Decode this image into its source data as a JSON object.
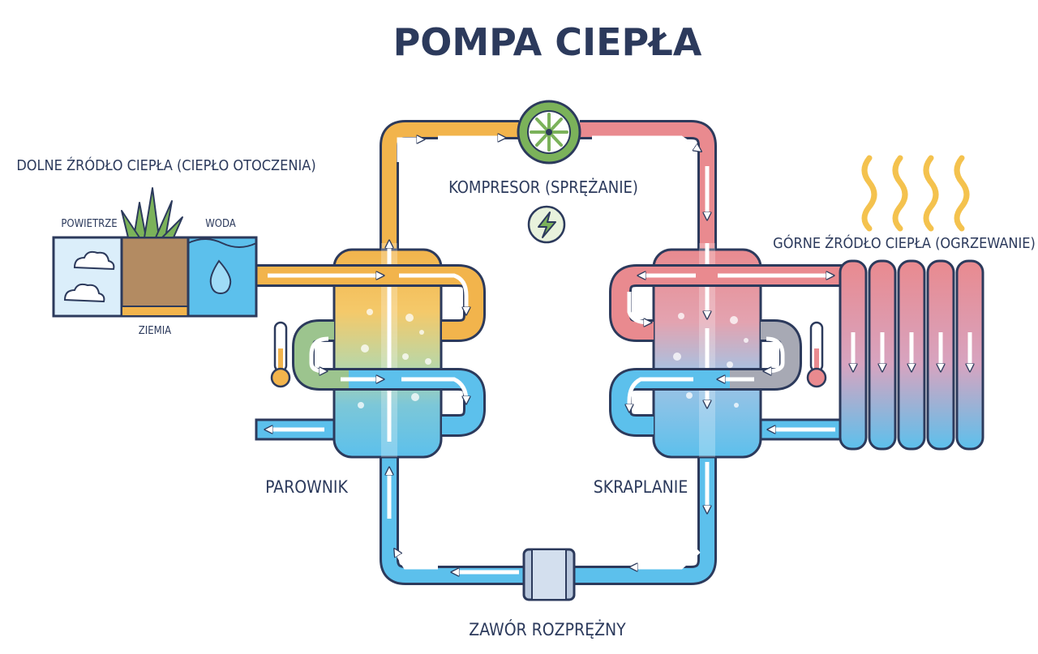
{
  "title": "POMPA CIEPŁA",
  "labels": {
    "lower_source": "DOLNE ŹRÓDŁO CIEPŁA (CIEPŁO OTOCZENIA)",
    "air": "POWIETRZE",
    "water": "WODA",
    "ground": "ZIEMIA",
    "compressor": "KOMPRESOR (SPRĘŻANIE)",
    "upper_source": "GÓRNE ŹRÓDŁO CIEPŁA (OGRZEWANIE)",
    "evaporator": "PAROWNIK",
    "condenser": "SKRAPLANIE",
    "expansion_valve": "ZAWÓR ROZPRĘŻNY"
  },
  "colors": {
    "title": "#2c3a5c",
    "outline": "#2c3a5c",
    "warm": "#f2b44c",
    "hot": "#e98a8f",
    "cold": "#5cc0ec",
    "neutral": "#a7a9b4",
    "green": "#7bb25a",
    "soil": "#b38b62",
    "sky": "#dbeefa"
  },
  "icons": {
    "compressor": "fan-icon",
    "power": "lightning-icon",
    "thermometer": "thermometer-icon",
    "radiator": "radiator-icon",
    "heat": "heat-waves-icon",
    "cloud": "cloud-icon",
    "drop": "water-drop-icon",
    "grass": "grass-icon"
  }
}
